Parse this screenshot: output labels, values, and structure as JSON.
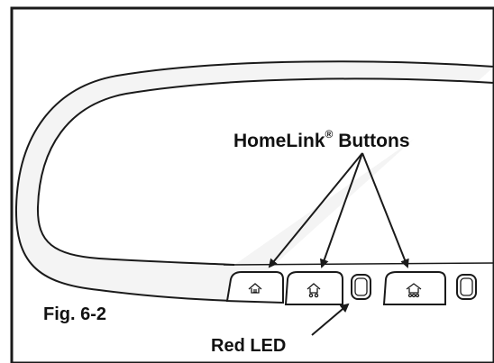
{
  "labels": {
    "homelink_text": "HomeLink",
    "homelink_reg": "®",
    "homelink_suffix": " Buttons",
    "figure": "Fig. 6-2",
    "red_led": "Red LED"
  },
  "icons": {
    "homelink_button_1": "house-garage-icon",
    "homelink_button_2": "house-garage-icon",
    "homelink_button_3": "house-garage-icon",
    "indicator_1": "rounded-square-led-icon",
    "indicator_2": "rounded-square-icon"
  },
  "colors": {
    "line": "#1a1a1a",
    "mirror_fill": "#f4f4f4",
    "background": "#ffffff"
  }
}
